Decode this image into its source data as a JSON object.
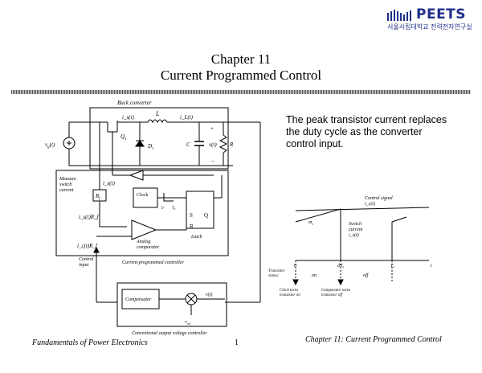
{
  "logo": {
    "name": "PEETS",
    "subtitle": "서울시립대학교 전력전자연구실"
  },
  "title": {
    "line1": "Chapter 11",
    "line2": "Current Programmed Control"
  },
  "body_text": "The peak transistor current replaces the duty cycle as the converter control input.",
  "circuit": {
    "buck_converter": "Buck converter",
    "i_s": "i_s(t)",
    "l_label": "L",
    "i_l": "i_L(t)",
    "q1": "Q",
    "q1_sub": "1",
    "d1": "D",
    "d1_sub": "1",
    "vg": "v",
    "vg_sub": "g",
    "vg_t": "(t)",
    "plus": "+",
    "minus": "–",
    "c_label": "C",
    "v_label": "v(t)",
    "r_label": "R",
    "measure": [
      "Measure",
      "switch",
      "current"
    ],
    "i_s2": "i_s(t)",
    "rf": "R",
    "rf_sub": "f",
    "clock": "Clock",
    "clock_zero": "0",
    "clock_ts": "T",
    "clock_ts_sub": "s",
    "s_label": "S",
    "q_label": "Q",
    "r_latch": "R",
    "latch": "Latch",
    "is_rf": "i_s(t)R_f",
    "ic_rf": "i_c(t)R_f",
    "analog_comparator": [
      "Analog",
      "comparator"
    ],
    "control_input": [
      "Control",
      "input"
    ],
    "cp_controller": "Current-programmed controller",
    "compensator": "Compensator",
    "v_t": "v(t)",
    "vref": "v",
    "vref_sub": "ref",
    "cov_controller": "Conventional output voltage controller"
  },
  "waveform": {
    "control_signal": "Control signal",
    "ic_t": "i_c(t)",
    "m1": "m",
    "m1_sub": "1",
    "switch_current": [
      "Switch",
      "current",
      "i_s(t)"
    ],
    "zero": "0",
    "dts": "dT",
    "dts_sub": "s",
    "ts": "T",
    "ts_sub": "s",
    "t_axis": "t",
    "transistor_status": [
      "Transistor",
      "status:"
    ],
    "on": "on",
    "off": "off",
    "clock_turns": [
      "Clock turns",
      "transistor on"
    ],
    "comparator_turns": [
      "Comparator turns",
      "transistor off"
    ]
  },
  "footer": {
    "left": "Fundamentals of Power Electronics",
    "page": "1",
    "right": "Chapter 11: Current Programmed Control"
  }
}
